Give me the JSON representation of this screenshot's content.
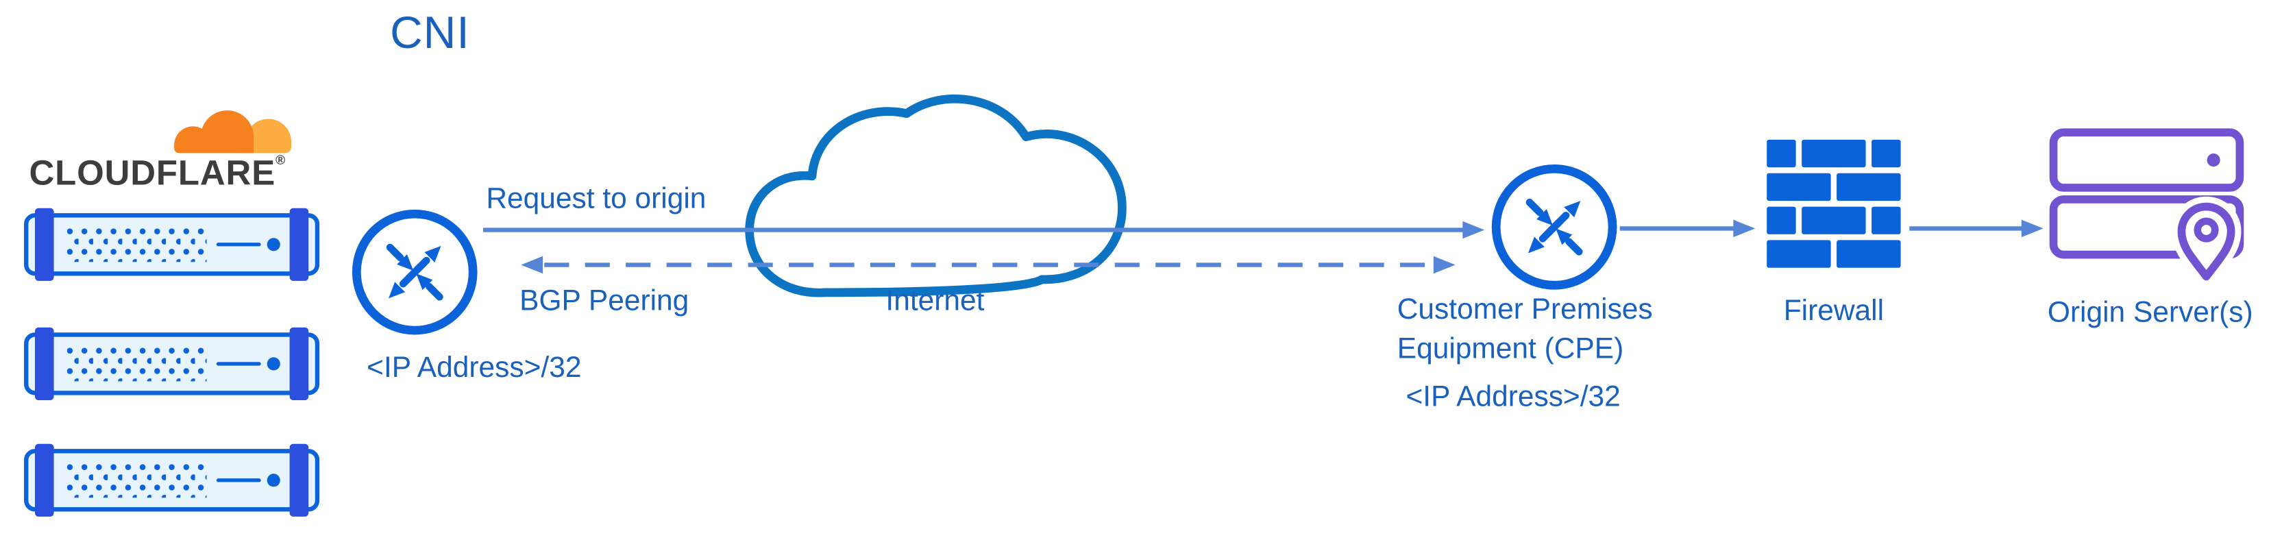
{
  "title": "CNI",
  "colors": {
    "icon_blue": "#0b62d9",
    "cloud_blue": "#0d74c4",
    "text_blue": "#1961bd",
    "arrow_blue": "#5585d6",
    "server_bar_blue": "#2b50dd",
    "server_fill": "#e8f4fc",
    "purple": "#7152d0",
    "cf_orange": "#f6821f",
    "cf_orange_light": "#fbad41",
    "wordmark_color": "#3d3d3f"
  },
  "cloudflare": {
    "wordmark": "CLOUDFLARE",
    "registered": "®"
  },
  "nodes": {
    "cni_router": {
      "ip_label": "<IP Address>/32"
    },
    "internet_cloud": {
      "label": "Internet"
    },
    "cpe_router": {
      "label": "Customer Premises Equipment (CPE)",
      "ip_label": "<IP Address>/32"
    },
    "firewall": {
      "label": "Firewall"
    },
    "origin": {
      "label": "Origin Server(s)"
    }
  },
  "edges": {
    "request_to_origin": {
      "label": "Request to origin",
      "style": "solid",
      "direction": "right"
    },
    "bgp_peering": {
      "label": "BGP Peering",
      "style": "dashed",
      "direction": "both"
    },
    "cpe_to_firewall": {
      "style": "solid",
      "direction": "right"
    },
    "firewall_to_origin": {
      "style": "solid",
      "direction": "right"
    }
  },
  "icons": {
    "cloudflare_logo": "cloudflare-logo-icon",
    "edge_server": "server-rack-icon",
    "cni_router": "router-icon",
    "internet": "cloud-icon",
    "cpe_router": "router-icon",
    "firewall": "firewall-brick-icon",
    "origin": "origin-server-icon",
    "origin_pin": "location-pin-icon"
  }
}
